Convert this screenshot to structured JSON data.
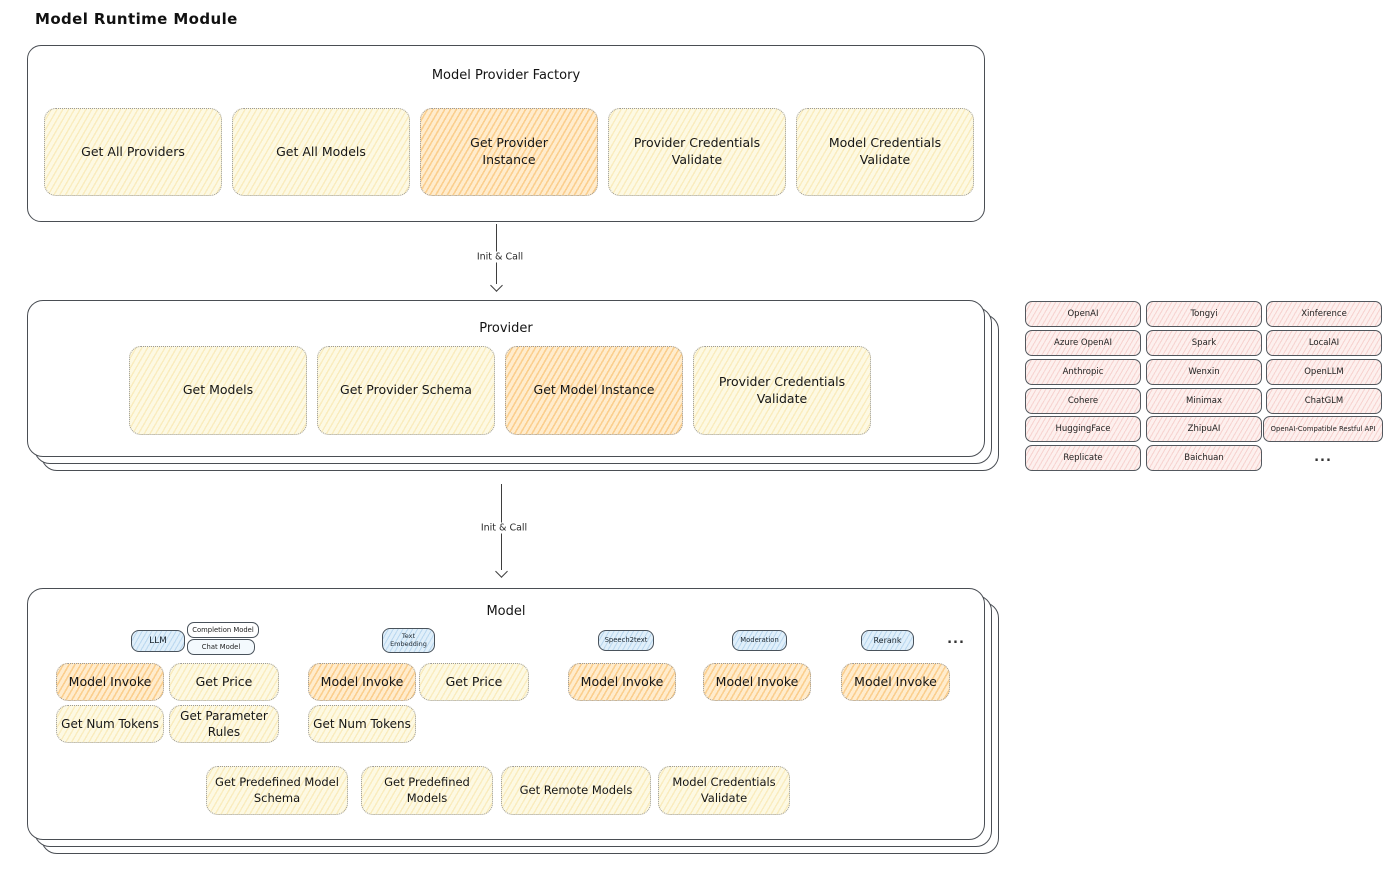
{
  "title": "Model Runtime Module",
  "colors": {
    "yellow_fill": "#fdf9e3",
    "orange_highlight_fill": "#ffeccd",
    "pink_fill": "#fdf0ee",
    "blue_fill": "#e0effa",
    "border_dark": "#4a4e54"
  },
  "factory": {
    "title": "Model Provider Factory",
    "items": [
      {
        "label": "Get All Providers",
        "highlight": false
      },
      {
        "label": "Get All Models",
        "highlight": false
      },
      {
        "label": "Get Provider\nInstance",
        "highlight": true
      },
      {
        "label": "Provider Credentials\nValidate",
        "highlight": false
      },
      {
        "label": "Model Credentials\nValidate",
        "highlight": false
      }
    ]
  },
  "arrows": {
    "factory_to_provider": "Init & Call",
    "provider_to_model": "Init & Call"
  },
  "provider": {
    "title": "Provider",
    "items": [
      {
        "label": "Get Models",
        "highlight": false
      },
      {
        "label": "Get Provider Schema",
        "highlight": false
      },
      {
        "label": "Get Model Instance",
        "highlight": true
      },
      {
        "label": "Provider Credentials\nValidate",
        "highlight": false
      }
    ]
  },
  "provider_list": {
    "col1": [
      "OpenAI",
      "Azure OpenAI",
      "Anthropic",
      "Cohere",
      "HuggingFace",
      "Replicate"
    ],
    "col2": [
      "Tongyi",
      "Spark",
      "Wenxin",
      "Minimax",
      "ZhipuAI",
      "Baichuan"
    ],
    "col3": [
      "Xinference",
      "LocalAI",
      "OpenLLM",
      "ChatGLM",
      "OpenAI-Compatible Restful API"
    ],
    "more": "..."
  },
  "model": {
    "title": "Model",
    "tags": {
      "llm": "LLM",
      "completion": "Completion Model",
      "chat": "Chat Model",
      "text_embedding": "Text\nEmbedding",
      "speech2text": "Speech2text",
      "moderation": "Moderation",
      "rerank": "Rerank",
      "more": "..."
    },
    "actions_row1": [
      {
        "label": "Model Invoke",
        "highlight": true
      },
      {
        "label": "Get Price",
        "highlight": false
      },
      {
        "label": "Model Invoke",
        "highlight": true
      },
      {
        "label": "Get Price",
        "highlight": false
      },
      {
        "label": "Model Invoke",
        "highlight": true
      },
      {
        "label": "Model Invoke",
        "highlight": true
      },
      {
        "label": "Model Invoke",
        "highlight": true
      }
    ],
    "actions_row2": [
      {
        "label": "Get Num Tokens"
      },
      {
        "label": "Get Parameter\nRules"
      },
      {
        "label": "Get Num Tokens"
      }
    ],
    "actions_bottom": [
      {
        "label": "Get Predefined Model\nSchema"
      },
      {
        "label": "Get Predefined\nModels"
      },
      {
        "label": "Get Remote Models"
      },
      {
        "label": "Model Credentials\nValidate"
      }
    ]
  }
}
